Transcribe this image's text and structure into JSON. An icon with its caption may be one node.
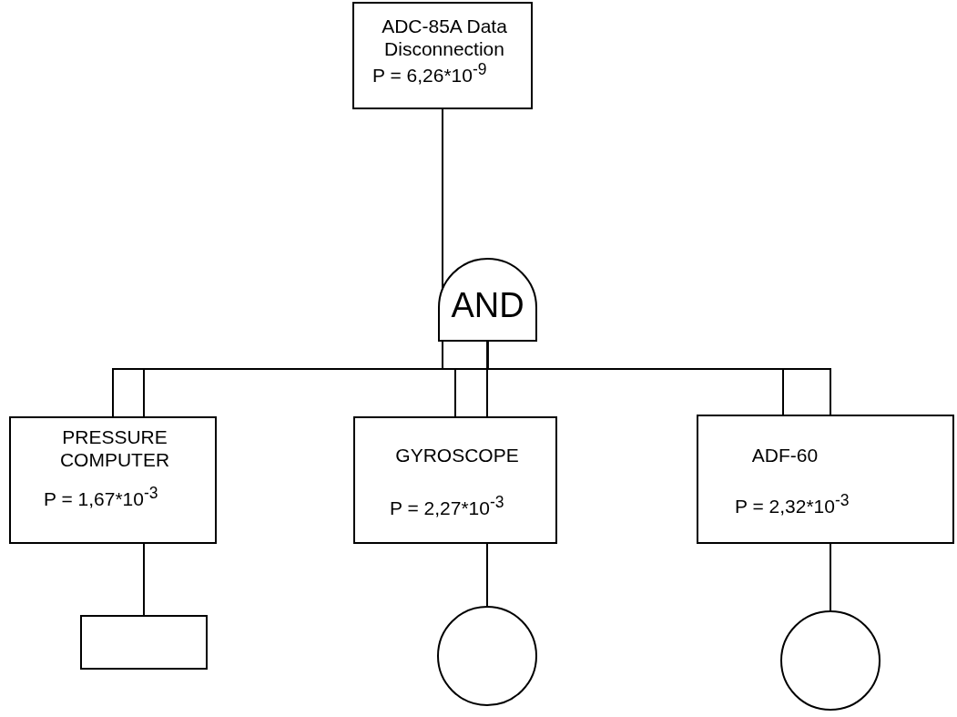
{
  "diagram": {
    "nodes": [
      {
        "text": [
          "ADC-85A Data Disconnection",
          "P = 6,26*10$^{-9}$"
        ]
      },
      {
        "text": [
          "AND"
        ]
      },
      {
        "text": [
          "PRESSURE COMPUTER",
          "P = 1,67*10$^{-3}$"
        ]
      },
      {
        "text": [
          "GYROSCOPE",
          "P = 2,27*10$^{-3}$"
        ]
      },
      {
        "text": [
          "ADF-60",
          "P = 2,32*10$^{-3}$"
        ]
      },
      {
        "text": [],
        "shape": "box"
      },
      {
        "text": [],
        "shape": "circle"
      },
      {
        "text": [],
        "shape": "circle"
      }
    ],
    "edges": [
      {
        "from": 0,
        "to": 1,
        "arrow": "none"
      },
      {
        "from": 1,
        "to": 2,
        "arrow": "none"
      },
      {
        "from": 1,
        "to": 3,
        "arrow": "none"
      },
      {
        "from": 1,
        "to": 4,
        "arrow": "none"
      },
      {
        "from": 2,
        "to": 5,
        "arrow": "none"
      },
      {
        "from": 3,
        "to": 6,
        "arrow": "none"
      },
      {
        "from": 4,
        "to": 7,
        "arrow": "none"
      }
    ]
  }
}
